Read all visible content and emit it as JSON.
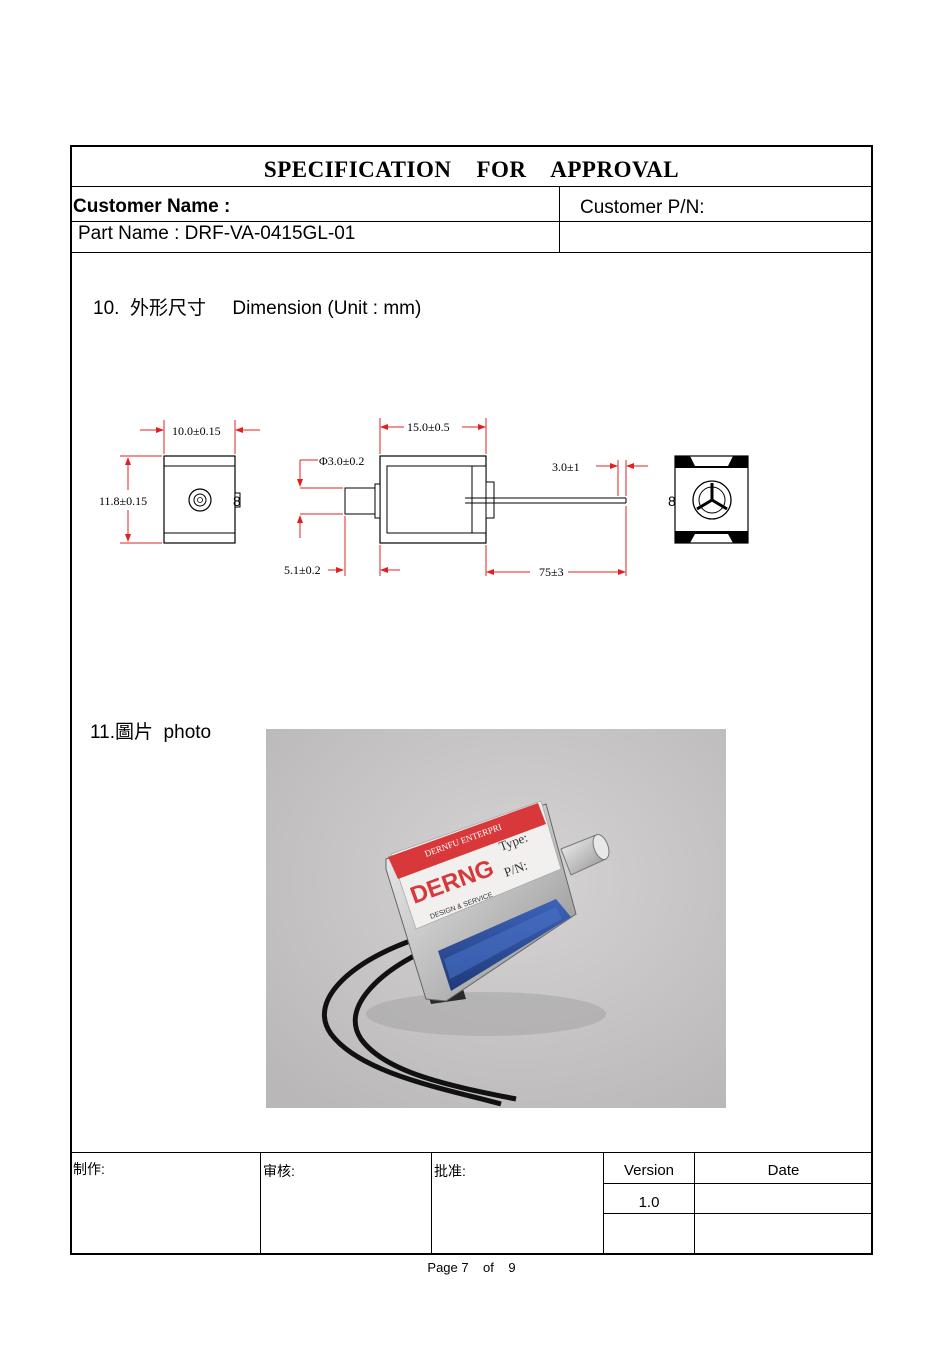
{
  "header": {
    "title": "SPECIFICATION    FOR    APPROVAL",
    "customer_name_label": "Customer Name :",
    "customer_pn_label": "Customer P/N:",
    "part_name": "Part Name : DRF-VA-0415GL-01"
  },
  "section10": {
    "heading": "10.  外形尺寸     Dimension (Unit : mm)",
    "dimensions": {
      "width": "10.0±0.15",
      "height": "11.8±0.15",
      "body_length": "15.0±0.5",
      "plunger_dia": "Φ3.0±0.2",
      "plunger_ext": "5.1±0.2",
      "wire_spacing": "3.0±1",
      "wire_length": "75±3",
      "end_mark": "8"
    }
  },
  "section11": {
    "heading": "11.圖片  photo",
    "label_brand": "DERNFU ENTERPRI",
    "label_logo": "DERNG",
    "label_service": "DESIGN & SERVICE",
    "label_type": "Type:",
    "label_pn": "P/N:"
  },
  "footer": {
    "made_by_label": "制作:",
    "reviewed_label": "审核:",
    "approved_label": "批准:",
    "version_label": "Version",
    "date_label": "Date",
    "version_value": "1.0"
  },
  "page": {
    "label": "Page 7    of    9"
  },
  "colors": {
    "dimension_red": "#e02020",
    "photo_bg": "#c9c7c8",
    "coil_blue": "#2c4fa0",
    "label_red": "#d9383a"
  }
}
